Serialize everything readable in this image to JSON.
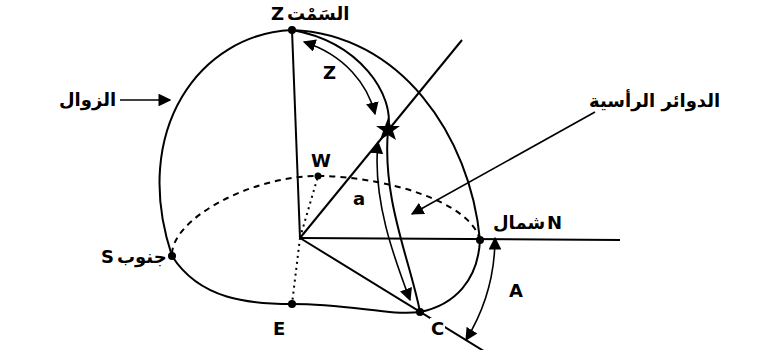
{
  "diagram": {
    "labels": [
      "Z",
      "السَمْت",
      "الزوال",
      "W",
      "الدوائر الرأسية",
      "شمال",
      "N",
      "S",
      "جنوب",
      "Z",
      "a",
      "A",
      "C",
      "E"
    ]
  }
}
